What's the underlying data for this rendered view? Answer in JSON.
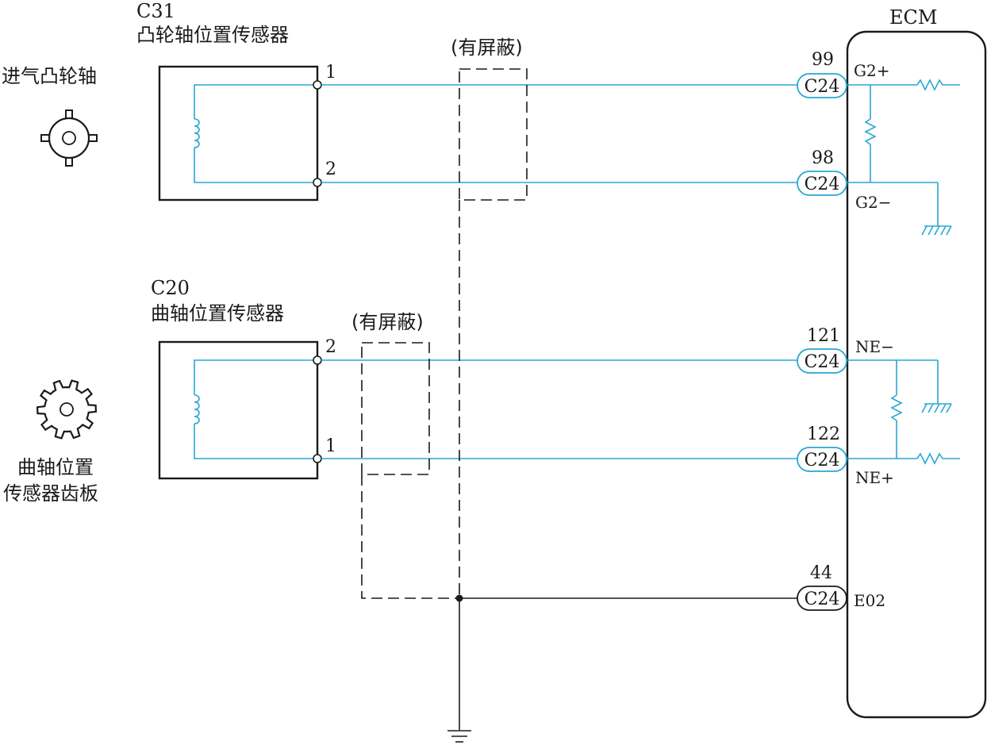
{
  "cam_sensor": {
    "code": "C31",
    "name": "凸轮轴位置传感器",
    "part_label": "进气凸轮轴",
    "pin_top": "1",
    "pin_bottom": "2"
  },
  "crank_sensor": {
    "code": "C20",
    "name": "曲轴位置传感器",
    "part_label_line1": "曲轴位置",
    "part_label_line2": "传感器齿板",
    "pin_top": "2",
    "pin_bottom": "1"
  },
  "shield_label_top": "(有屏蔽)",
  "shield_label_bottom": "(有屏蔽)",
  "ecm": {
    "title": "ECM",
    "connectors": [
      {
        "pin": "99",
        "connector": "C24",
        "signal": "G2+"
      },
      {
        "pin": "98",
        "connector": "C24",
        "signal": "G2−"
      },
      {
        "pin": "121",
        "connector": "C24",
        "signal": "NE−"
      },
      {
        "pin": "122",
        "connector": "C24",
        "signal": "NE+"
      },
      {
        "pin": "44",
        "connector": "C24",
        "signal": "E02"
      }
    ]
  },
  "colors": {
    "wire": "#2aa7d4",
    "line": "#1a1a1a"
  }
}
